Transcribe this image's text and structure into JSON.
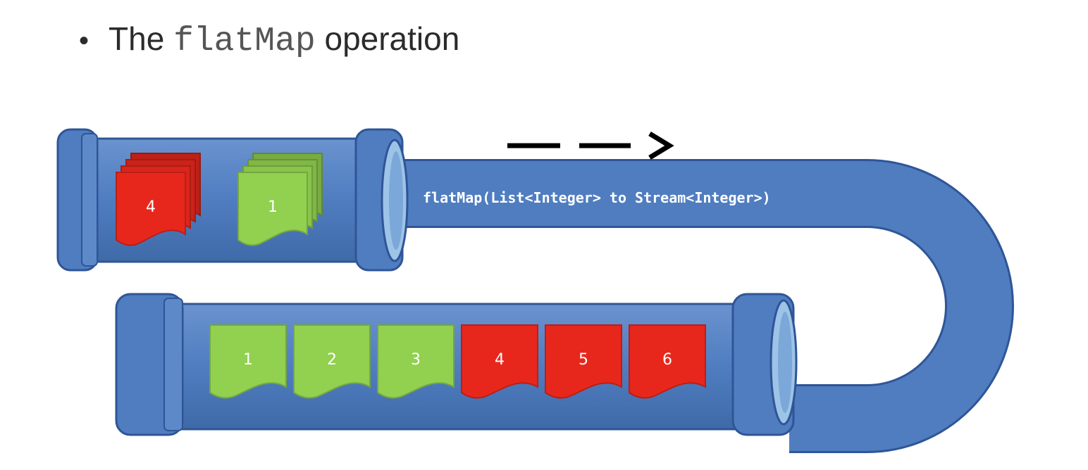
{
  "title": {
    "bullet": "•",
    "prefix": "The ",
    "code": "flatMap",
    "suffix": " operation"
  },
  "pipe": {
    "label": "flatMap(List<Integer> to Stream<Integer>)"
  },
  "input_stack": [
    {
      "label": "4",
      "color": "#e8271c"
    },
    {
      "label": "1",
      "color": "#92d050"
    }
  ],
  "output_cards": [
    {
      "label": "1",
      "color": "#92d050"
    },
    {
      "label": "2",
      "color": "#92d050"
    },
    {
      "label": "3",
      "color": "#92d050"
    },
    {
      "label": "4",
      "color": "#e8271c"
    },
    {
      "label": "5",
      "color": "#e8271c"
    },
    {
      "label": "6",
      "color": "#e8271c"
    }
  ],
  "colors": {
    "pipe_fill": "#4f7dc0",
    "pipe_stroke": "#2f5597",
    "pipe_highlight": "#9dc3e6",
    "arrow": "#000000"
  }
}
